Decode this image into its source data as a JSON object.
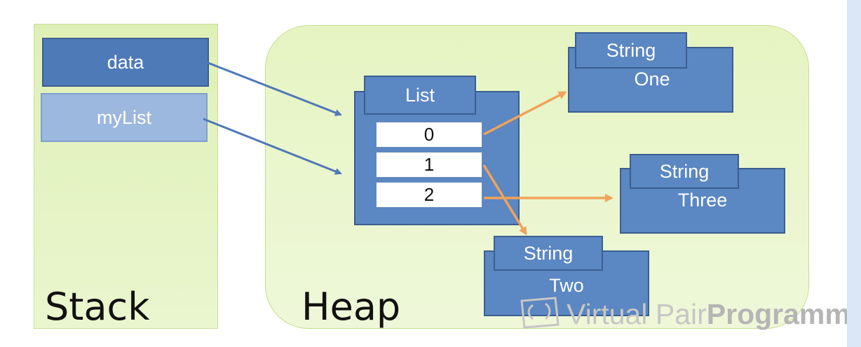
{
  "stack": {
    "title": "Stack",
    "variables": [
      "data",
      "myList"
    ]
  },
  "heap": {
    "title": "Heap",
    "list": {
      "type": "List",
      "indices": [
        "0",
        "1",
        "2"
      ]
    },
    "strings": [
      {
        "type": "String",
        "value": "One"
      },
      {
        "type": "String",
        "value": "Two"
      },
      {
        "type": "String",
        "value": "Three"
      }
    ]
  },
  "watermark": {
    "light": "Virtual Pair ",
    "bold": "Programm"
  },
  "colors": {
    "reference_arrow": "#4f79b6",
    "element_arrow": "#f0a35a",
    "object_fill": "#5b87c2",
    "panel_green": "#e6f4c2"
  }
}
